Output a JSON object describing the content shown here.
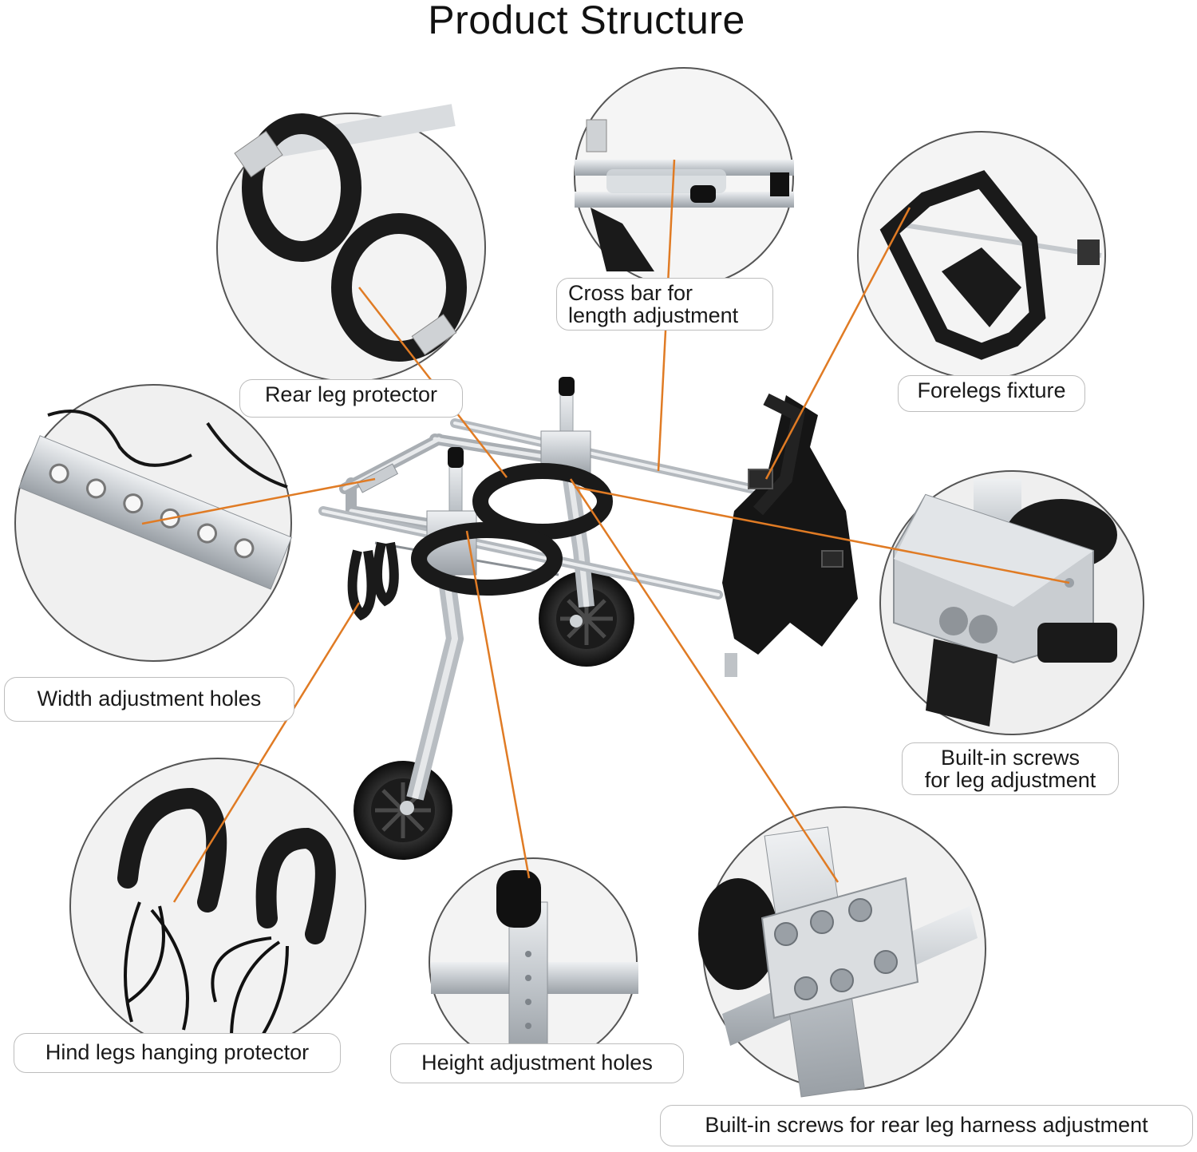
{
  "title": "Product Structure",
  "colors": {
    "leader_line": "#e07b24",
    "circle_border": "#555555",
    "label_border": "#bdbdbd",
    "frame": "#c8ccd0",
    "foam": "#1c1c1c"
  },
  "callouts": [
    {
      "id": "rear-leg-protector",
      "text": "Rear leg protector"
    },
    {
      "id": "cross-bar",
      "text": "Cross bar for\nlength adjustment"
    },
    {
      "id": "forelegs-fixture",
      "text": "Forelegs fixture"
    },
    {
      "id": "width-holes",
      "text": "Width adjustment holes"
    },
    {
      "id": "leg-screws",
      "text": "Built-in screws\nfor leg adjustment"
    },
    {
      "id": "hind-hanging",
      "text": "Hind legs hanging protector"
    },
    {
      "id": "height-holes",
      "text": "Height adjustment holes"
    },
    {
      "id": "harness-screws",
      "text": "Built-in screws for rear leg harness adjustment"
    }
  ]
}
